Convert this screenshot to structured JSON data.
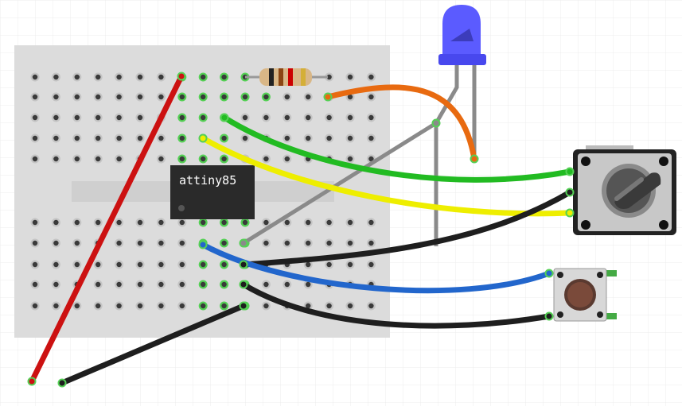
{
  "chip": {
    "label": "attiny85"
  },
  "colors": {
    "background": "#ffffff",
    "grid": "#ececec",
    "breadboard": "#dcdcdc",
    "hole": "#3a3a3a",
    "connected_hole": "#55d055",
    "chip_body": "#2a2a2a",
    "led": "#5b5bff",
    "button_cap": "#7a4a3a",
    "pot_body": "#c8c8c8"
  },
  "wires": [
    {
      "name": "red-wire",
      "color": "#cc1111"
    },
    {
      "name": "black-wire-ground",
      "color": "#1e1e1e"
    },
    {
      "name": "orange-wire",
      "color": "#e86a10"
    },
    {
      "name": "green-wire",
      "color": "#22bb22"
    },
    {
      "name": "yellow-wire",
      "color": "#eeee00"
    },
    {
      "name": "blue-wire",
      "color": "#2266cc"
    },
    {
      "name": "black-wire-pot",
      "color": "#1e1e1e"
    },
    {
      "name": "black-wire-button",
      "color": "#1e1e1e"
    },
    {
      "name": "grey-wire",
      "color": "#8a8a8a"
    }
  ],
  "components": {
    "resistor": {
      "bands": [
        "#222222",
        "#8b4513",
        "#cc0000",
        "#d4af37"
      ]
    },
    "led": {
      "color": "blue"
    },
    "potentiometer": {
      "type": "rotary"
    },
    "pushbutton": {
      "type": "tactile"
    }
  }
}
